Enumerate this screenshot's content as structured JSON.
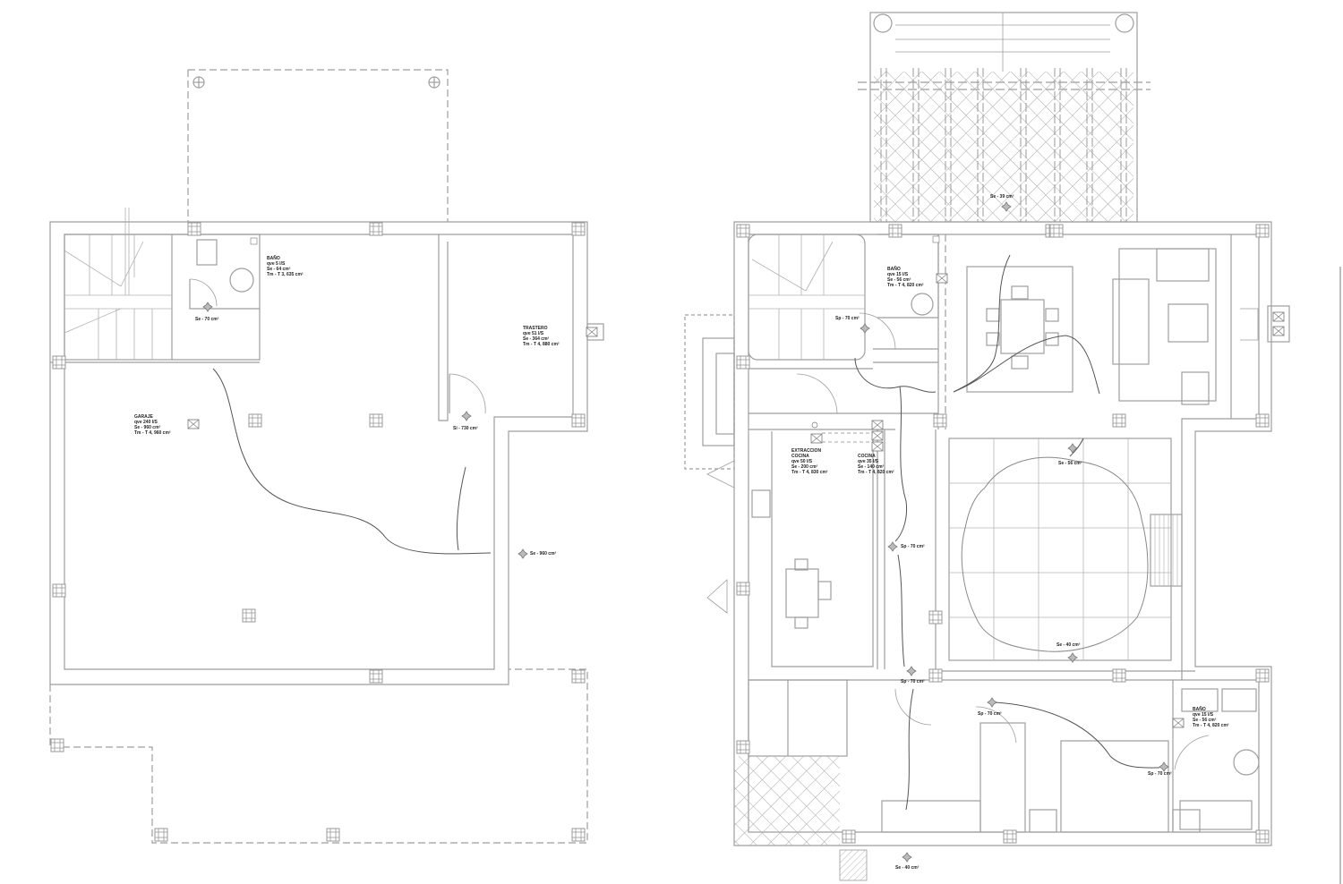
{
  "drawing": {
    "type": "architectural floor plan — ventilation layout",
    "background": "#ffffff",
    "line_color": "#9a9a9a",
    "text_color": "#222222",
    "curve_color": "#555555"
  },
  "plans": [
    {
      "id": "ground-floor",
      "rooms": [
        {
          "name": "BAÑO",
          "lines": [
            "BAÑO",
            "qve 5 l/S",
            "Se - 64 cm²",
            "Tm - T 3, 635 cm²"
          ]
        },
        {
          "name": "TRASTERO",
          "lines": [
            "TRASTERO",
            "qve 51 l/S",
            "Se - 364 cm²",
            "Tm - T 4, 880 cm²"
          ]
        },
        {
          "name": "GARAJE",
          "lines": [
            "GARAJE",
            "qve 240 l/S",
            "Se - 960 cm²",
            "Tm - T 4, 960 cm²"
          ]
        }
      ],
      "openings": [
        {
          "label": "Se - 70 cm²"
        },
        {
          "label": "Si - 730 cm²"
        },
        {
          "label": "Se - 960 cm²"
        }
      ]
    },
    {
      "id": "first-floor",
      "rooms": [
        {
          "name": "BAÑO",
          "lines": [
            "BAÑO",
            "qve 15 l/S",
            "Se - 56 cm²",
            "Tm - T 4, 820 cm²"
          ]
        },
        {
          "name": "EXTRACCION COCINA",
          "lines": [
            "EXTRACCION",
            "COCINA",
            "qve 50 l/S",
            "Se - 200 cm²",
            "Tm - T 4, 830 cm²"
          ]
        },
        {
          "name": "COCINA",
          "lines": [
            "COCINA",
            "qve 35 l/S",
            "Se - 140 cm²",
            "Tm - T 4, 820 cm²"
          ]
        },
        {
          "name": "BAÑO 2",
          "lines": [
            "BAÑO",
            "qve 15 l/S",
            "Se - 56 cm²",
            "Tm - T 4, 820 cm²"
          ]
        }
      ],
      "openings": [
        {
          "label": "Se - 39 cm²"
        },
        {
          "label": "Sp - 70 cm²"
        },
        {
          "label": "Se - 56 cm²"
        },
        {
          "label": "Sp - 70 cm²"
        },
        {
          "label": "Se - 40 cm²"
        },
        {
          "label": "Sp - 70 cm²"
        },
        {
          "label": "Sp - 70 cm²"
        },
        {
          "label": "Sp - 70 cm²"
        },
        {
          "label": "Se - 40 cm²"
        }
      ]
    }
  ]
}
